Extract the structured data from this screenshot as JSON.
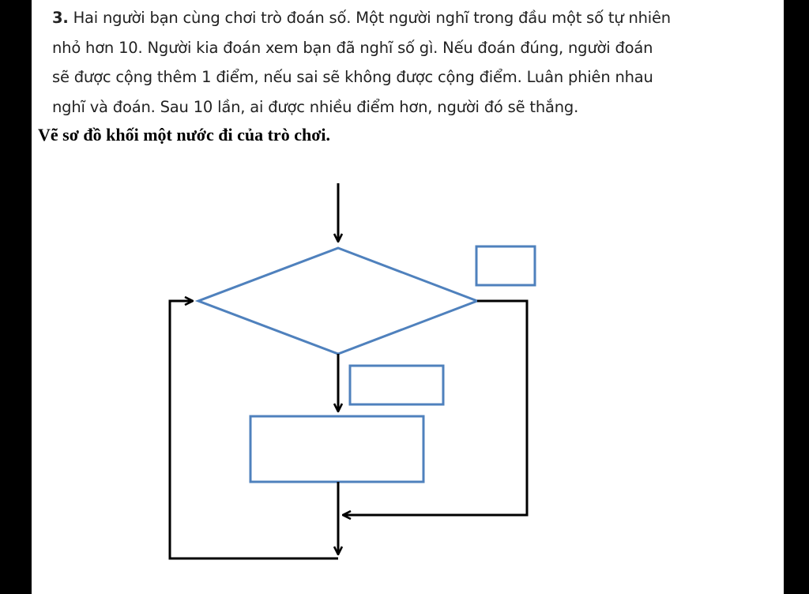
{
  "problem": {
    "number": "3.",
    "lines": [
      "Hai người bạn cùng chơi trò đoán số. Một người nghĩ trong đầu một số tự nhiên",
      "nhỏ hơn 10. Người kia đoán xem bạn đã nghĩ số gì. Nếu đoán đúng, người đoán",
      "sẽ được cộng thêm 1 điểm, nếu sai sẽ không được cộng điểm. Luân phiên nhau",
      "nghĩ và đoán. Sau 10 lần, ai được nhiều điểm hơn, người đó sẽ thắng."
    ]
  },
  "task": "Vẽ sơ đồ khối một nước đi của trò chơi.",
  "colors": {
    "shape_stroke": "#4f81bd",
    "line": "#000000",
    "frame": "#000000"
  }
}
